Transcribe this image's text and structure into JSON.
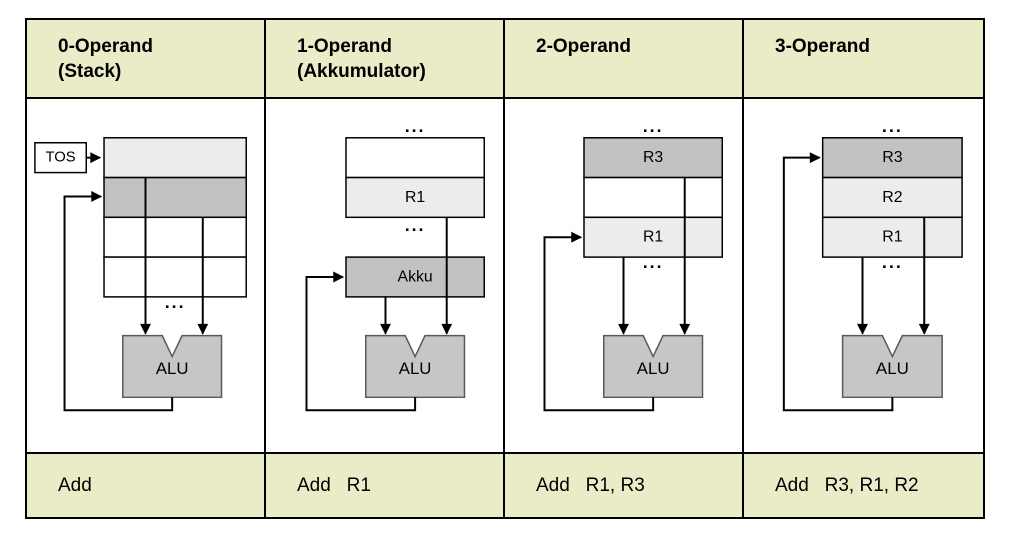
{
  "colors": {
    "header_bg": "#e9ecc6",
    "cell_light": "#ececec",
    "cell_dark": "#c2c2c2",
    "alu_fill": "#c6c6c6",
    "alu_border": "#595959",
    "line": "#000000"
  },
  "ellipsis": "...",
  "columns": [
    {
      "header": {
        "title": "0-Operand",
        "subtitle": "(Stack)"
      },
      "labels": {
        "tos": "TOS",
        "alu": "ALU"
      },
      "instruction": "Add"
    },
    {
      "header": {
        "title": "1-Operand",
        "subtitle": "(Akkumulator)"
      },
      "labels": {
        "r1": "R1",
        "akku": "Akku",
        "alu": "ALU"
      },
      "instruction": "Add   R1"
    },
    {
      "header": {
        "title": "2-Operand",
        "subtitle": ""
      },
      "labels": {
        "r3": "R3",
        "r1": "R1",
        "alu": "ALU"
      },
      "instruction": "Add   R1, R3"
    },
    {
      "header": {
        "title": "3-Operand",
        "subtitle": ""
      },
      "labels": {
        "r3": "R3",
        "r2": "R2",
        "r1": "R1",
        "alu": "ALU"
      },
      "instruction": "Add   R3, R1, R2"
    }
  ]
}
